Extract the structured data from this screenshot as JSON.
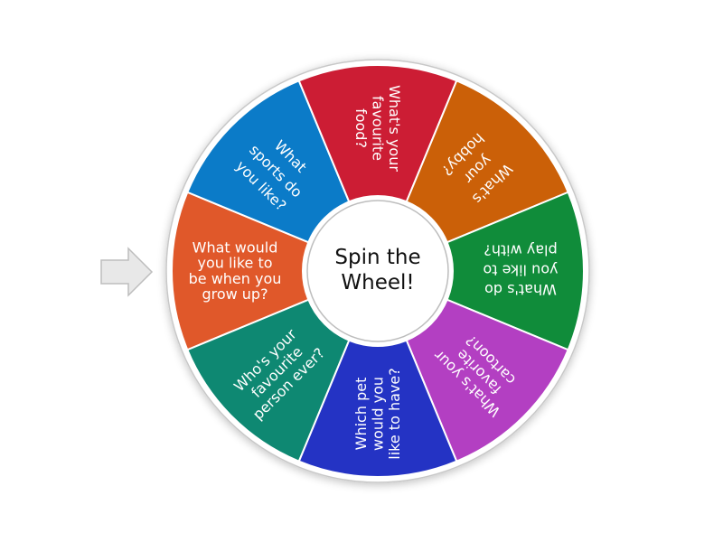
{
  "wheel": {
    "center_label_lines": [
      "Spin the",
      "Wheel!"
    ],
    "segments": [
      {
        "lines": [
          "What would",
          "you like to",
          "be when you",
          "grow up?"
        ],
        "color": "#E0582A",
        "angle": 180,
        "font_size": 15
      },
      {
        "lines": [
          "What",
          "sports do",
          "you like?"
        ],
        "color": "#0B7BC8",
        "angle": 225,
        "font_size": 20
      },
      {
        "lines": [
          "What's your",
          "favourite",
          "food?"
        ],
        "color": "#CC1D34",
        "angle": 270,
        "font_size": 16
      },
      {
        "lines": [
          "What's",
          "your",
          "hobby?"
        ],
        "color": "#CB6008",
        "angle": 315,
        "font_size": 20
      },
      {
        "lines": [
          "What's do",
          "you like to",
          "play with?"
        ],
        "color": "#108C3A",
        "angle": 0,
        "font_size": 19
      },
      {
        "lines": [
          "What's your",
          "favorite",
          "cartoon?"
        ],
        "color": "#B33FC2",
        "angle": 45,
        "font_size": 16
      },
      {
        "lines": [
          "Which pet",
          "would you",
          "like to have?"
        ],
        "color": "#2433C4",
        "angle": 90,
        "font_size": 16
      },
      {
        "lines": [
          "Who's your",
          "favourite",
          "person ever?"
        ],
        "color": "#0E8872",
        "angle": 135,
        "font_size": 16
      }
    ]
  },
  "pointer": {
    "direction": "right",
    "color": "#E8E8E8",
    "stroke": "#BDBDBD"
  }
}
